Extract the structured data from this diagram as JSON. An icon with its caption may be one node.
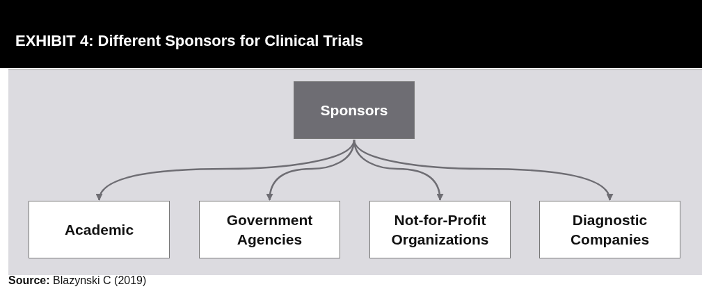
{
  "diagram": {
    "title": "EXHIBIT 4: Different Sponsors for Clinical Trials",
    "caption": "**Source:** Blazynski C (2019)",
    "nodes": [
      {
        "text": [
          "Sponsors"
        ]
      },
      {
        "text": [
          "Academic"
        ]
      },
      {
        "text": [
          "Government Agencies"
        ]
      },
      {
        "text": [
          "Not-for-Profit Organizations"
        ]
      },
      {
        "text": [
          "Diagnostic Companies"
        ]
      }
    ],
    "edges": [
      {
        "from": 0,
        "to": 1,
        "arrow": "to"
      },
      {
        "from": 0,
        "to": 2,
        "arrow": "to"
      },
      {
        "from": 0,
        "to": 3,
        "arrow": "to"
      },
      {
        "from": 0,
        "to": 4,
        "arrow": "to"
      }
    ]
  }
}
